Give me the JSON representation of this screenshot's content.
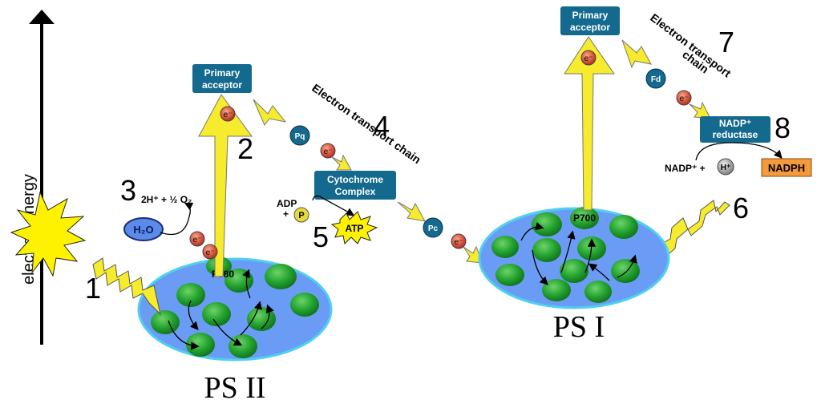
{
  "axis": {
    "ylabel": "electron energy"
  },
  "steps": {
    "s1": "1",
    "s2": "2",
    "s3": "3",
    "s4": "4",
    "s5": "5",
    "s6": "6",
    "s7": "7",
    "s8": "8"
  },
  "ps2": {
    "label": "PS II",
    "reaction_center": "P680",
    "acceptor_line1": "Primary",
    "acceptor_line2": "acceptor",
    "water": "H₂O",
    "water_products": "2H⁺ + ½ O₂"
  },
  "ps1": {
    "label": "PS I",
    "reaction_center": "P700",
    "acceptor_line1": "Primary",
    "acceptor_line2": "acceptor"
  },
  "etc1": {
    "title": "Electron transport chain",
    "pq": "Pq",
    "cyt_line1": "Cytochrome",
    "cyt_line2": "Complex",
    "pc": "Pc",
    "adp": "ADP",
    "plus": "+",
    "p": "P",
    "atp": "ATP"
  },
  "etc2": {
    "title_line1": "Electron transport",
    "title_line2": "chain",
    "fd": "Fd",
    "reductase_line1": "NADP⁺",
    "reductase_line2": "reductase",
    "nadp_plus": "NADP⁺ +",
    "h": "H⁺",
    "nadph": "NADPH"
  },
  "electron": "e⁻",
  "colors": {
    "membrane": "#6B9CF5",
    "membrane_edge": "#4FD0F0",
    "pigment": "#1E9E2E",
    "arrow_yellow": "#F6EB2C",
    "box_blue": "#146A8E",
    "electron_red": "#D9533A",
    "nadph_orange": "#F39A3C"
  }
}
